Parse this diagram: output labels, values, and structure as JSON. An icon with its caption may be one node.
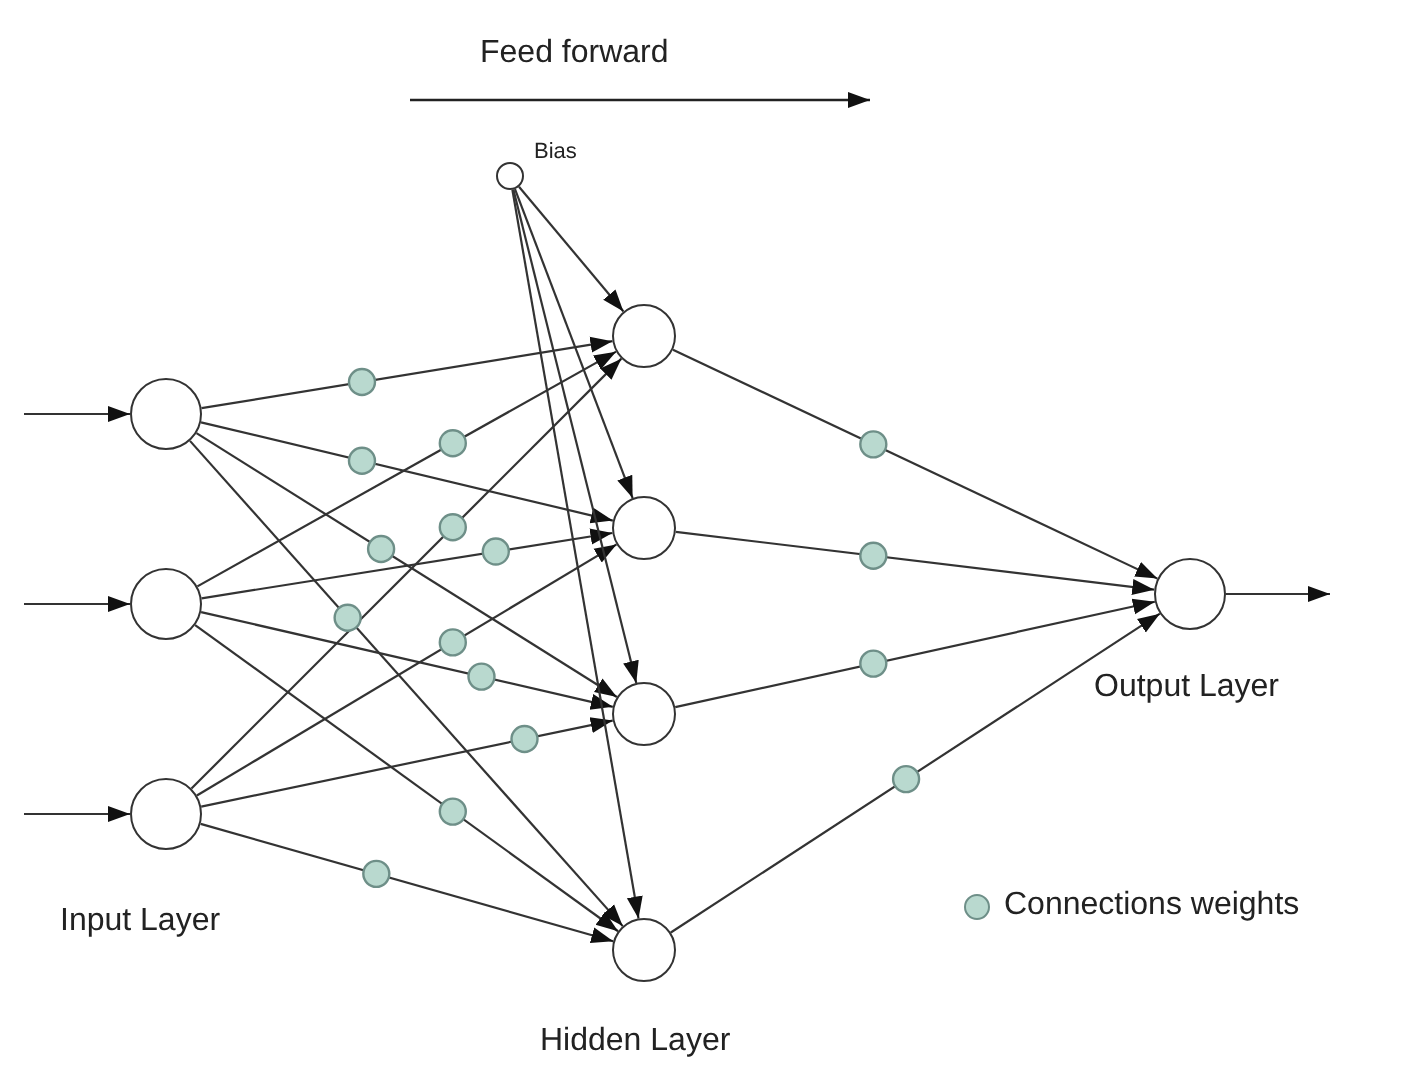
{
  "diagram": {
    "nodes": [
      {
        "text": [],
        "shape": "circle",
        "beside": [
          "Bias"
        ]
      },
      {
        "text": [],
        "shape": "circle"
      },
      {
        "text": [],
        "shape": "circle"
      },
      {
        "text": [],
        "shape": "circle"
      },
      {
        "text": [],
        "shape": "circle"
      },
      {
        "text": [],
        "shape": "circle"
      },
      {
        "text": [],
        "shape": "circle"
      },
      {
        "text": [],
        "shape": "circle"
      },
      {
        "text": [],
        "shape": "circle"
      }
    ],
    "edges": [
      {
        "from": 1,
        "to": 4,
        "arrow": "to"
      },
      {
        "from": 1,
        "to": 5,
        "arrow": "to"
      },
      {
        "from": 1,
        "to": 6,
        "arrow": "to"
      },
      {
        "from": 1,
        "to": 7,
        "arrow": "to"
      },
      {
        "from": 2,
        "to": 4,
        "arrow": "to"
      },
      {
        "from": 2,
        "to": 5,
        "arrow": "to"
      },
      {
        "from": 2,
        "to": 6,
        "arrow": "to"
      },
      {
        "from": 2,
        "to": 7,
        "arrow": "to"
      },
      {
        "from": 3,
        "to": 4,
        "arrow": "to"
      },
      {
        "from": 3,
        "to": 5,
        "arrow": "to"
      },
      {
        "from": 3,
        "to": 6,
        "arrow": "to"
      },
      {
        "from": 3,
        "to": 7,
        "arrow": "to"
      },
      {
        "from": 0,
        "to": 4,
        "arrow": "to"
      },
      {
        "from": 0,
        "to": 5,
        "arrow": "to"
      },
      {
        "from": 0,
        "to": 6,
        "arrow": "to"
      },
      {
        "from": 0,
        "to": 7,
        "arrow": "to"
      },
      {
        "from": 4,
        "to": 8,
        "arrow": "to"
      },
      {
        "from": 5,
        "to": 8,
        "arrow": "to"
      },
      {
        "from": 6,
        "to": 8,
        "arrow": "to"
      },
      {
        "from": 7,
        "to": 8,
        "arrow": "to"
      },
      {
        "from": null,
        "to": 1,
        "arrow": "to"
      },
      {
        "from": null,
        "to": 2,
        "arrow": "to"
      },
      {
        "from": null,
        "to": 3,
        "arrow": "to"
      },
      {
        "from": 8,
        "to": null,
        "arrow": "to"
      }
    ],
    "labels": [
      "Feed forward",
      "Input Layer",
      "Hidden Layer",
      "Output Layer"
    ],
    "legend": [
      {
        "text": "Connections weights",
        "color": "#b9d9cf"
      }
    ]
  }
}
